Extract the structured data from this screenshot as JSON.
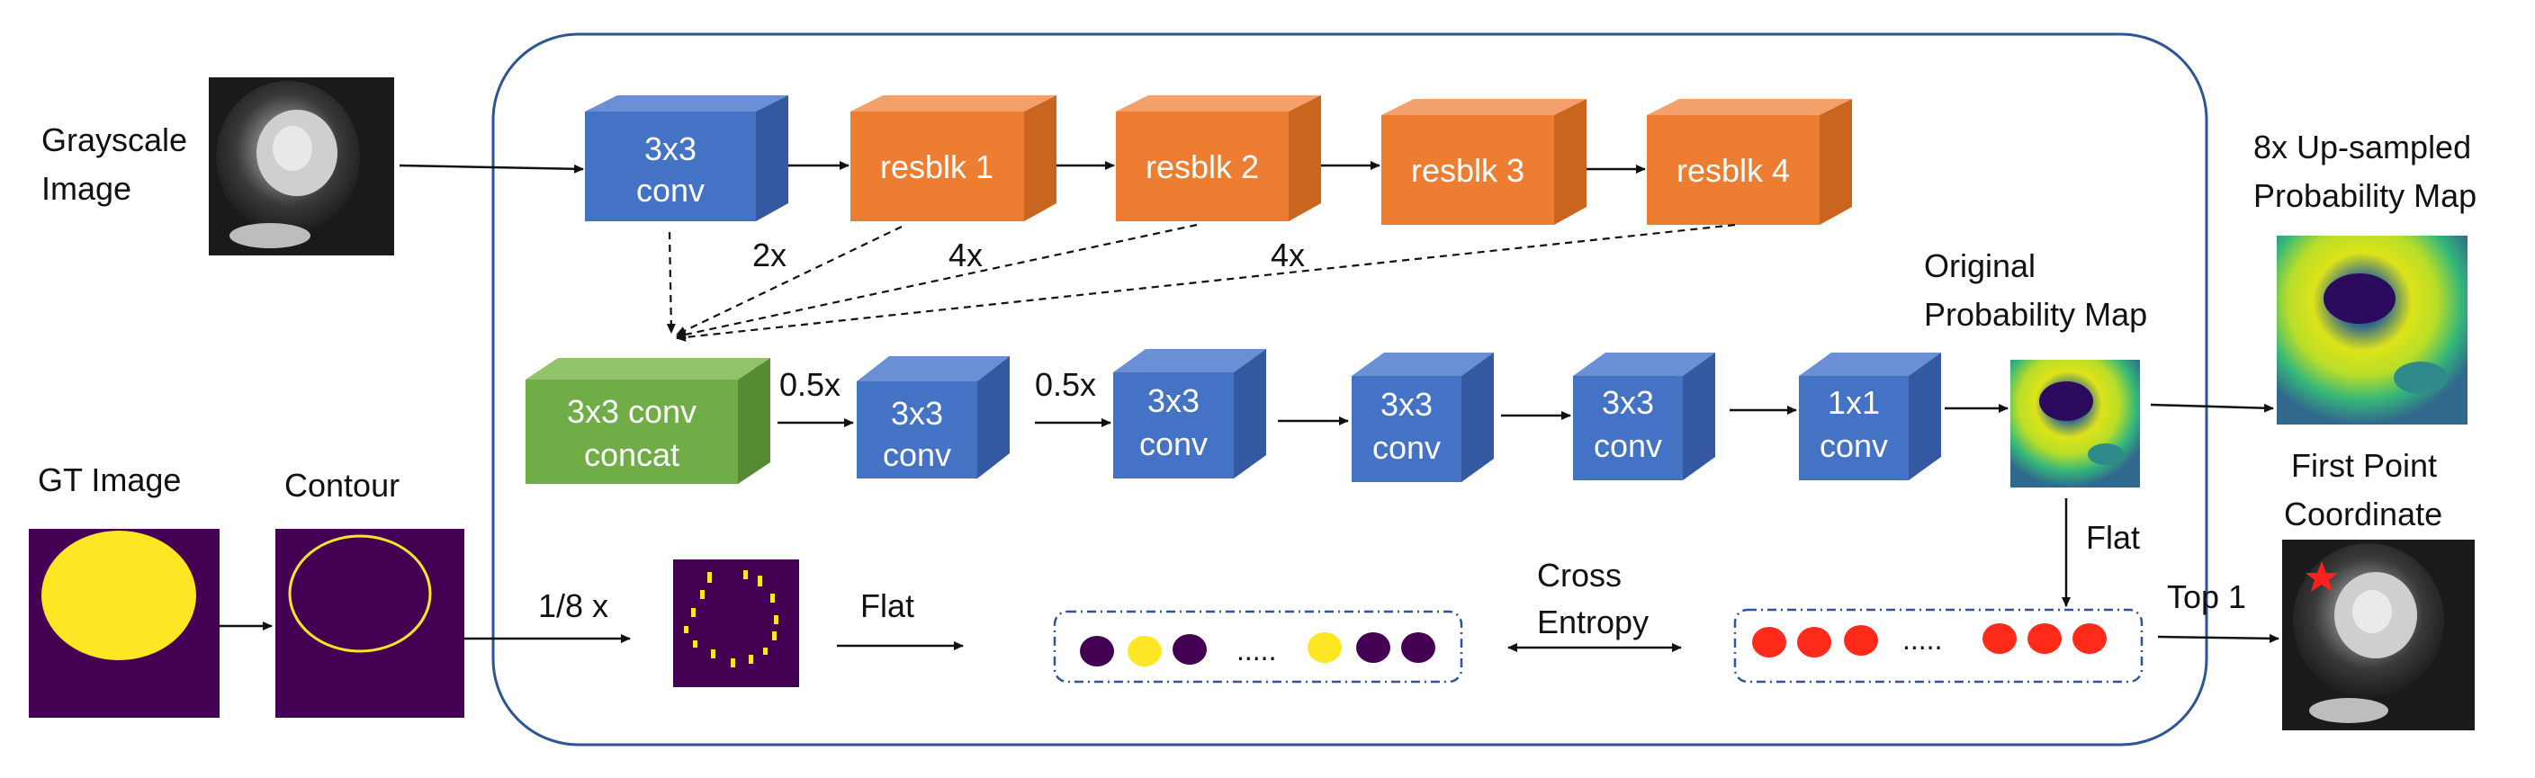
{
  "labels": {
    "grayscale_line1": "Grayscale",
    "grayscale_line2": "Image",
    "gt_image": "GT Image",
    "contour": "Contour",
    "upsampled_line1": "8x Up-sampled",
    "upsampled_line2": "Probability Map",
    "original_line1": "Original",
    "original_line2": "Probability Map",
    "first_point_line1": "First Point",
    "first_point_line2": "Coordinate",
    "scale_2x": "2x",
    "scale_4x_a": "4x",
    "scale_4x_b": "4x",
    "scale_05x_a": "0.5x",
    "scale_05x_b": "0.5x",
    "scale_one_eighth": "1/8 x",
    "flat_left": "Flat",
    "flat_right": "Flat",
    "cross_line1": "Cross",
    "cross_line2": "Entropy",
    "top1": "Top 1",
    "dots_left": ".....",
    "dots_right": "....."
  },
  "blocks": {
    "conv_top_l1": "3x3",
    "conv_top_l2": "conv",
    "resblk1": "resblk 1",
    "resblk2": "resblk 2",
    "resblk3": "resblk 3",
    "resblk4": "resblk 4",
    "concat_l1": "3x3 conv",
    "concat_l2": "concat",
    "conv_a_l1": "3x3",
    "conv_a_l2": "conv",
    "conv_b_l1": "3x3",
    "conv_b_l2": "conv",
    "conv_c_l1": "3x3",
    "conv_c_l2": "conv",
    "conv_d_l1": "3x3",
    "conv_d_l2": "conv",
    "conv_1x1_l1": "1x1",
    "conv_1x1_l2": "conv"
  },
  "colors": {
    "conv_blue": "#4472c4",
    "resblk_orange": "#ed7d31",
    "concat_green": "#70ad47",
    "frame_blue": "#2f5597",
    "mask_purple": "#440154",
    "mask_yellow": "#fde725",
    "point_red": "#ff0000"
  }
}
